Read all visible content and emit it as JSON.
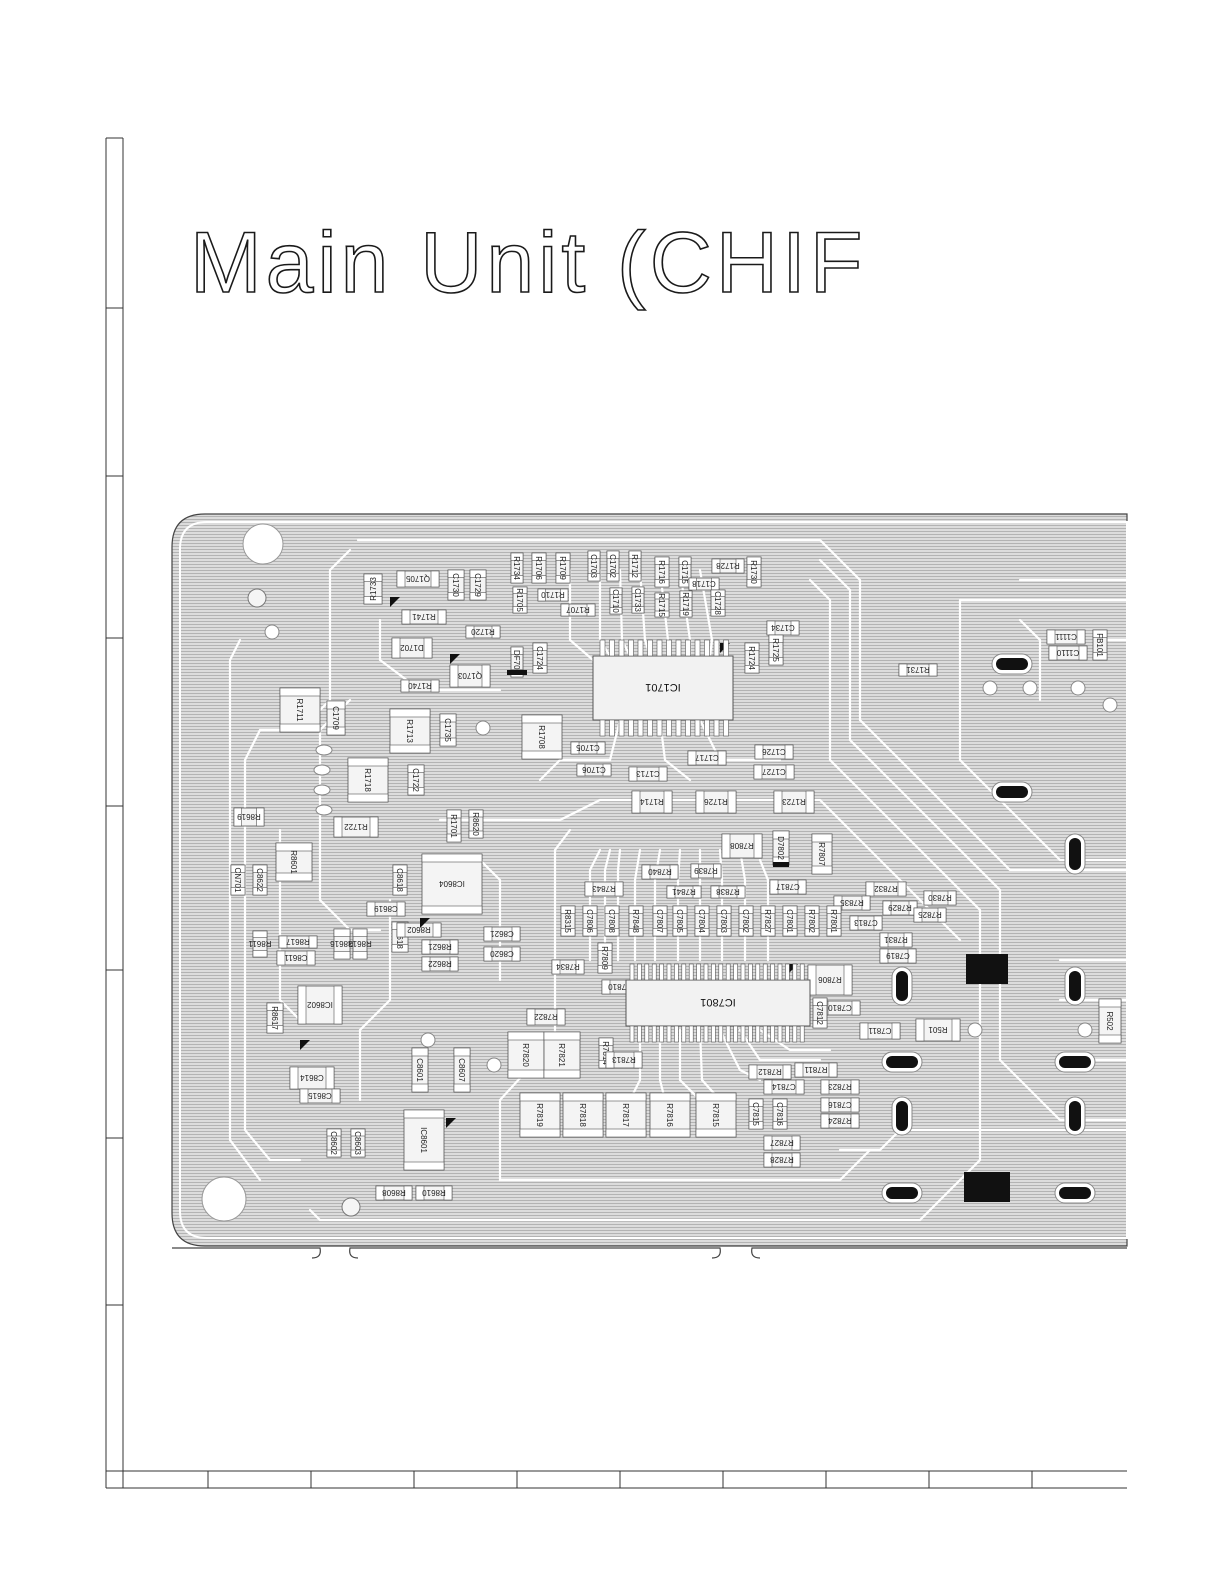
{
  "title": "Main Unit (CHIF",
  "colors": {
    "board_fill": "#d9d9d9",
    "board_stripe": "#b5b5b5",
    "trace": "#ffffff",
    "pad": "#f4f4f4",
    "pad_outline": "#555555",
    "frame": "#333333",
    "dark_part": "#111111"
  },
  "components": [
    {
      "ref": "R1733",
      "rot": -90
    },
    {
      "ref": "Q1705",
      "rot": 180
    },
    {
      "ref": "C1730",
      "rot": 90
    },
    {
      "ref": "C1729",
      "rot": 90
    },
    {
      "ref": "R1734",
      "rot": 90
    },
    {
      "ref": "R1706",
      "rot": 90
    },
    {
      "ref": "R1709",
      "rot": 90
    },
    {
      "ref": "C1703",
      "rot": 90
    },
    {
      "ref": "C1702",
      "rot": 90
    },
    {
      "ref": "R1712",
      "rot": 90
    },
    {
      "ref": "R1716",
      "rot": 90
    },
    {
      "ref": "C1715",
      "rot": 90
    },
    {
      "ref": "C1718",
      "rot": 180
    },
    {
      "ref": "R1728",
      "rot": 180
    },
    {
      "ref": "R1730",
      "rot": 90
    },
    {
      "ref": "R1705",
      "rot": 90
    },
    {
      "ref": "R1710",
      "rot": 180
    },
    {
      "ref": "R1707",
      "rot": 180
    },
    {
      "ref": "C1710",
      "rot": 90
    },
    {
      "ref": "C1733",
      "rot": 90
    },
    {
      "ref": "R1715",
      "rot": 90
    },
    {
      "ref": "R1719",
      "rot": 90
    },
    {
      "ref": "C1728",
      "rot": 90
    },
    {
      "ref": "R1741",
      "rot": 180
    },
    {
      "ref": "R1720",
      "rot": 180
    },
    {
      "ref": "C1734",
      "rot": 180
    },
    {
      "ref": "D1702",
      "rot": 180
    },
    {
      "ref": "Q1703",
      "rot": 180
    },
    {
      "ref": "DF701",
      "rot": 90
    },
    {
      "ref": "C1724",
      "rot": 90
    },
    {
      "ref": "R1740",
      "rot": 180
    },
    {
      "ref": "R1724",
      "rot": 90
    },
    {
      "ref": "R1725",
      "rot": 90
    },
    {
      "ref": "R1731",
      "rot": 180
    },
    {
      "ref": "R1711",
      "rot": 90
    },
    {
      "ref": "C1709",
      "rot": 90
    },
    {
      "ref": "R1713",
      "rot": 90
    },
    {
      "ref": "C1735",
      "rot": 90
    },
    {
      "ref": "R1708",
      "rot": 90
    },
    {
      "ref": "C1705",
      "rot": 180
    },
    {
      "ref": "C1706",
      "rot": 180
    },
    {
      "ref": "C1726",
      "rot": 180
    },
    {
      "ref": "C1717",
      "rot": 180
    },
    {
      "ref": "C1727",
      "rot": 180
    },
    {
      "ref": "R1718",
      "rot": 90
    },
    {
      "ref": "C1722",
      "rot": 90
    },
    {
      "ref": "C1713",
      "rot": 180
    },
    {
      "ref": "R1714",
      "rot": 180
    },
    {
      "ref": "R1726",
      "rot": 180
    },
    {
      "ref": "R1723",
      "rot": 180
    },
    {
      "ref": "R8619",
      "rot": 180
    },
    {
      "ref": "R1722",
      "rot": 180
    },
    {
      "ref": "R1701",
      "rot": 90
    },
    {
      "ref": "R8620",
      "rot": 90
    },
    {
      "ref": "R8601",
      "rot": 90
    },
    {
      "ref": "CN701",
      "rot": 90
    },
    {
      "ref": "C8622",
      "rot": 90
    },
    {
      "ref": "C8618",
      "rot": 90
    },
    {
      "ref": "IC8604",
      "rot": 180
    },
    {
      "ref": "C8619",
      "rot": 180
    },
    {
      "ref": "R7808",
      "rot": 180
    },
    {
      "ref": "D7802",
      "rot": 90
    },
    {
      "ref": "R7807",
      "rot": 90
    },
    {
      "ref": "R7843",
      "rot": 180
    },
    {
      "ref": "R7840",
      "rot": 180
    },
    {
      "ref": "R7839",
      "rot": 180
    },
    {
      "ref": "R7841",
      "rot": 180
    },
    {
      "ref": "R7838",
      "rot": 180
    },
    {
      "ref": "C7817",
      "rot": 180
    },
    {
      "ref": "R7832",
      "rot": 180
    },
    {
      "ref": "R7835",
      "rot": 180
    },
    {
      "ref": "R7829",
      "rot": 180
    },
    {
      "ref": "R7830",
      "rot": 180
    },
    {
      "ref": "R7825",
      "rot": 180
    },
    {
      "ref": "R8315",
      "rot": 90
    },
    {
      "ref": "C7806",
      "rot": 90
    },
    {
      "ref": "C7808",
      "rot": 90
    },
    {
      "ref": "R7848",
      "rot": 90
    },
    {
      "ref": "C7807",
      "rot": 90
    },
    {
      "ref": "C7805",
      "rot": 90
    },
    {
      "ref": "C7804",
      "rot": 90
    },
    {
      "ref": "C7803",
      "rot": 90
    },
    {
      "ref": "C7802",
      "rot": 90
    },
    {
      "ref": "R7827",
      "rot": 90
    },
    {
      "ref": "C7801",
      "rot": 90
    },
    {
      "ref": "R7802",
      "rot": 90
    },
    {
      "ref": "R7801",
      "rot": 90
    },
    {
      "ref": "C7813",
      "rot": 180
    },
    {
      "ref": "R7831",
      "rot": 180
    },
    {
      "ref": "C7819",
      "rot": 180
    },
    {
      "ref": "R8617",
      "rot": 180
    },
    {
      "ref": "R8611",
      "rot": 180
    },
    {
      "ref": "R8616",
      "rot": 180
    },
    {
      "ref": "R8613",
      "rot": 180
    },
    {
      "ref": "C8611",
      "rot": 180
    },
    {
      "ref": "R8618",
      "rot": 90
    },
    {
      "ref": "R8602",
      "rot": 180
    },
    {
      "ref": "R8621",
      "rot": 180
    },
    {
      "ref": "R8622",
      "rot": 180
    },
    {
      "ref": "C8621",
      "rot": 180
    },
    {
      "ref": "C8620",
      "rot": 180
    },
    {
      "ref": "R7834",
      "rot": 180
    },
    {
      "ref": "R7809",
      "rot": 90
    },
    {
      "ref": "R7810",
      "rot": 180
    },
    {
      "ref": "R7806",
      "rot": 180
    },
    {
      "ref": "C7810",
      "rot": 180
    },
    {
      "ref": "C7812",
      "rot": 90
    },
    {
      "ref": "C7811",
      "rot": 180
    },
    {
      "ref": "R501",
      "rot": 180
    },
    {
      "ref": "R502",
      "rot": 90
    },
    {
      "ref": "IC8602",
      "rot": 180
    },
    {
      "ref": "R8617",
      "rot": 90
    },
    {
      "ref": "R7822",
      "rot": 180
    },
    {
      "ref": "R7820",
      "rot": 90
    },
    {
      "ref": "R7821",
      "rot": 90
    },
    {
      "ref": "R7814",
      "rot": 90
    },
    {
      "ref": "R7813",
      "rot": 180
    },
    {
      "ref": "R7811",
      "rot": 180
    },
    {
      "ref": "R7812",
      "rot": 180
    },
    {
      "ref": "C7814",
      "rot": 180
    },
    {
      "ref": "R7823",
      "rot": 180
    },
    {
      "ref": "C7816",
      "rot": 180
    },
    {
      "ref": "R7824",
      "rot": 180
    },
    {
      "ref": "C8614",
      "rot": 180
    },
    {
      "ref": "C8615",
      "rot": 180
    },
    {
      "ref": "C8601",
      "rot": 90
    },
    {
      "ref": "C8607",
      "rot": 90
    },
    {
      "ref": "R7819",
      "rot": 90
    },
    {
      "ref": "R7818",
      "rot": 90
    },
    {
      "ref": "R7817",
      "rot": 90
    },
    {
      "ref": "R7816",
      "rot": 90
    },
    {
      "ref": "R7815",
      "rot": 90
    },
    {
      "ref": "C7815",
      "rot": 90
    },
    {
      "ref": "C7816",
      "rot": 90
    },
    {
      "ref": "R7827",
      "rot": 180
    },
    {
      "ref": "R7828",
      "rot": 180
    },
    {
      "ref": "C8602",
      "rot": 90
    },
    {
      "ref": "C8603",
      "rot": 90
    },
    {
      "ref": "IC8601",
      "rot": 90
    },
    {
      "ref": "R8608",
      "rot": 180
    },
    {
      "ref": "R8610",
      "rot": 180
    },
    {
      "ref": "C1111",
      "rot": 180
    },
    {
      "ref": "C1110",
      "rot": 180
    },
    {
      "ref": "FB101",
      "rot": 90
    }
  ],
  "ics": [
    {
      "ref": "IC1701",
      "rot": 180
    },
    {
      "ref": "IC7801",
      "rot": 180
    }
  ]
}
